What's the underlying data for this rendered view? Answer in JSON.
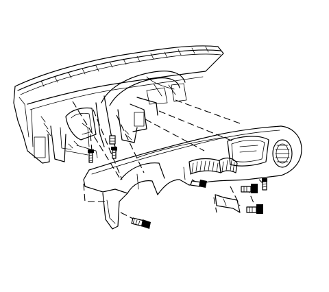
{
  "colors": {
    "ink": "#000000",
    "background": "#ffffff"
  },
  "parts": [
    {
      "name": "instrument-panel-frame"
    },
    {
      "name": "lower-trim-panel"
    },
    {
      "name": "air-vent"
    },
    {
      "name": "bolt"
    }
  ]
}
